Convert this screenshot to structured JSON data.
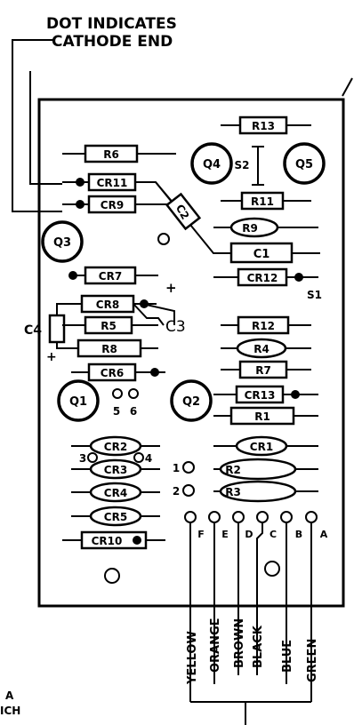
{
  "callout": {
    "line1": "DOT INDICATES",
    "line2": "CATHODE END"
  },
  "footer": {
    "line1": "A",
    "line2": "ICH"
  },
  "resistors": [
    {
      "id": "r13",
      "label": "R13"
    },
    {
      "id": "r6",
      "label": "R6"
    },
    {
      "id": "r11",
      "label": "R11"
    },
    {
      "id": "r5",
      "label": "R5"
    },
    {
      "id": "r8",
      "label": "R8"
    },
    {
      "id": "r12",
      "label": "R12"
    },
    {
      "id": "r7",
      "label": "R7"
    },
    {
      "id": "r1",
      "label": "R1"
    }
  ],
  "diodes": [
    {
      "id": "cr11",
      "label": "CR11"
    },
    {
      "id": "cr9",
      "label": "CR9"
    },
    {
      "id": "cr7",
      "label": "CR7"
    },
    {
      "id": "cr8",
      "label": "CR8"
    },
    {
      "id": "cr6",
      "label": "CR6"
    },
    {
      "id": "cr12",
      "label": "CR12"
    },
    {
      "id": "cr13",
      "label": "CR13"
    },
    {
      "id": "cr10",
      "label": "CR10"
    }
  ],
  "ovals": [
    {
      "id": "r9",
      "label": "R9"
    },
    {
      "id": "r4",
      "label": "R4"
    },
    {
      "id": "cr1",
      "label": "CR1"
    },
    {
      "id": "r2",
      "label": "R2"
    },
    {
      "id": "r3",
      "label": "R3"
    },
    {
      "id": "cr2",
      "label": "CR2"
    },
    {
      "id": "cr3",
      "label": "CR3"
    },
    {
      "id": "cr4",
      "label": "CR4"
    },
    {
      "id": "cr5",
      "label": "CR5"
    }
  ],
  "capacitors": {
    "c1": "C1",
    "c2": "C2",
    "c3": "C3",
    "c4": "C4"
  },
  "transistors": {
    "q1": "Q1",
    "q2": "Q2",
    "q3": "Q3",
    "q4": "Q4",
    "q5": "Q5"
  },
  "switch_labels": {
    "s1": "S1",
    "s2": "S2"
  },
  "pads": {
    "n1": "1",
    "n2": "2",
    "n3": "3",
    "n4": "4",
    "n5": "5",
    "n6": "6"
  },
  "terminals": [
    "F",
    "E",
    "D",
    "C",
    "B",
    "A"
  ],
  "wires": [
    "YELLOW",
    "ORANGE",
    "BROWN",
    "BLACK",
    "BLUE",
    "GREEN"
  ],
  "polarity": {
    "plus1": "+",
    "plus2": "+"
  }
}
